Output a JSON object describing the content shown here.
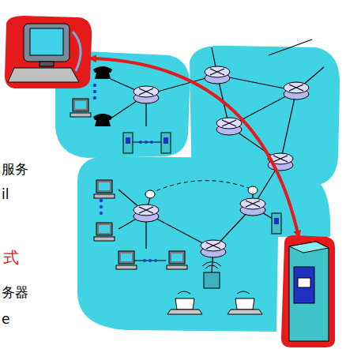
{
  "diagram": {
    "labels": [
      "服务",
      "il",
      "式",
      "务器",
      "e"
    ]
  }
}
